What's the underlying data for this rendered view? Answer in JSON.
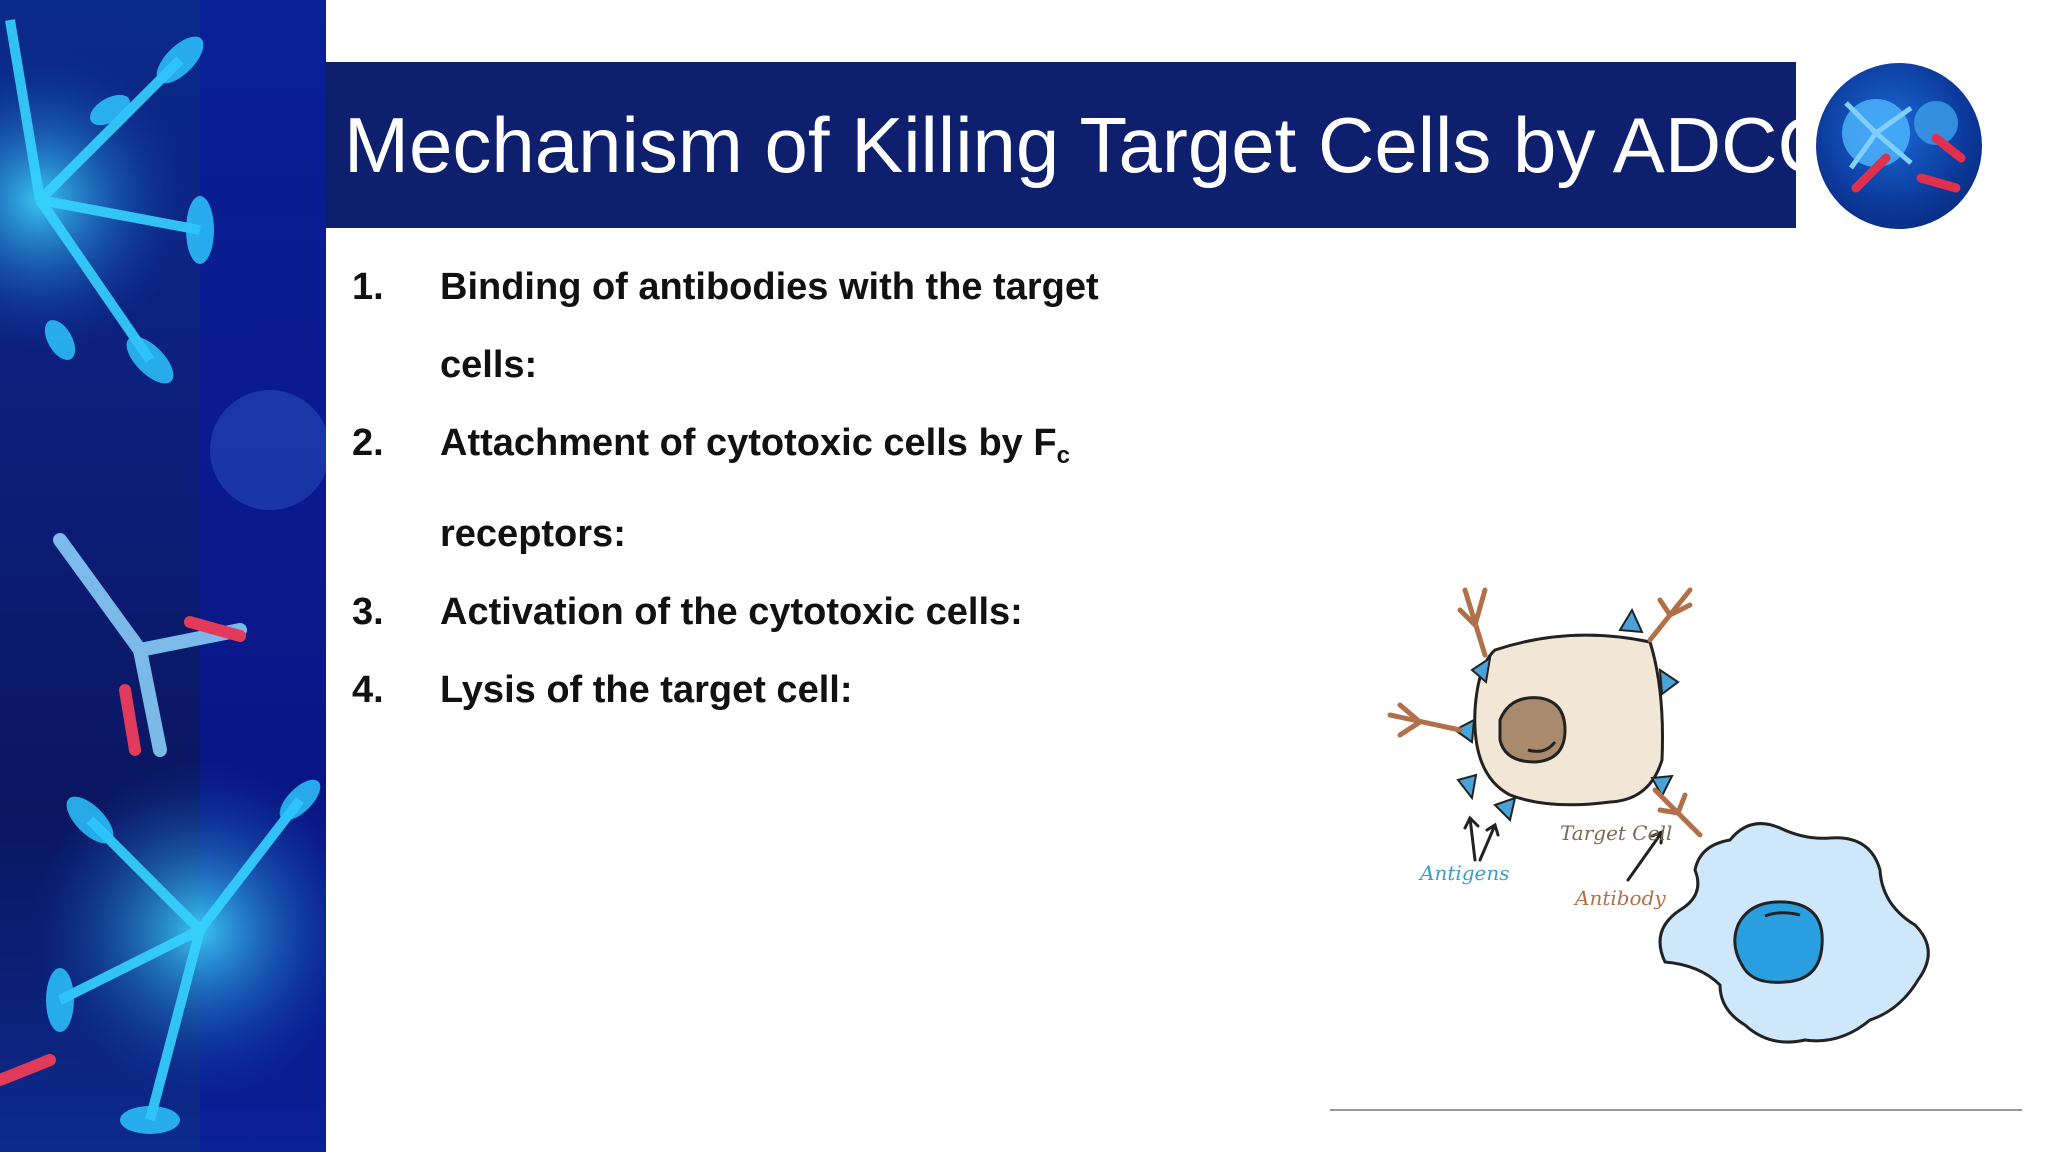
{
  "slide": {
    "title": "Mechanism of Killing Target Cells by ADCC",
    "steps": [
      {
        "number": "1.",
        "line1": "Binding of antibodies with the target",
        "line2": "cells:"
      },
      {
        "number": "2.",
        "line1": "Attachment of cytotoxic cells by F",
        "sub": "c",
        "line2": "receptors:"
      },
      {
        "number": "3.",
        "line1": "Activation of the cytotoxic cells:"
      },
      {
        "number": "4.",
        "line1": "Lysis of the target cell:"
      }
    ]
  },
  "diagram": {
    "labels": {
      "target_cell": "Target Cell",
      "antigens": "Antigens",
      "antibody": "Antibody"
    },
    "colors": {
      "cell_fill": "#f2e6d6",
      "nucleus": "#a98a6c",
      "antigen": "#4aa3d8",
      "antibody": "#b0714a",
      "effector_cell": "#cfe7fa",
      "effector_nucleus": "#2a9fe0"
    }
  },
  "theme": {
    "title_bar": "#0e1f6e",
    "sidebar": "#0d1e7a"
  }
}
